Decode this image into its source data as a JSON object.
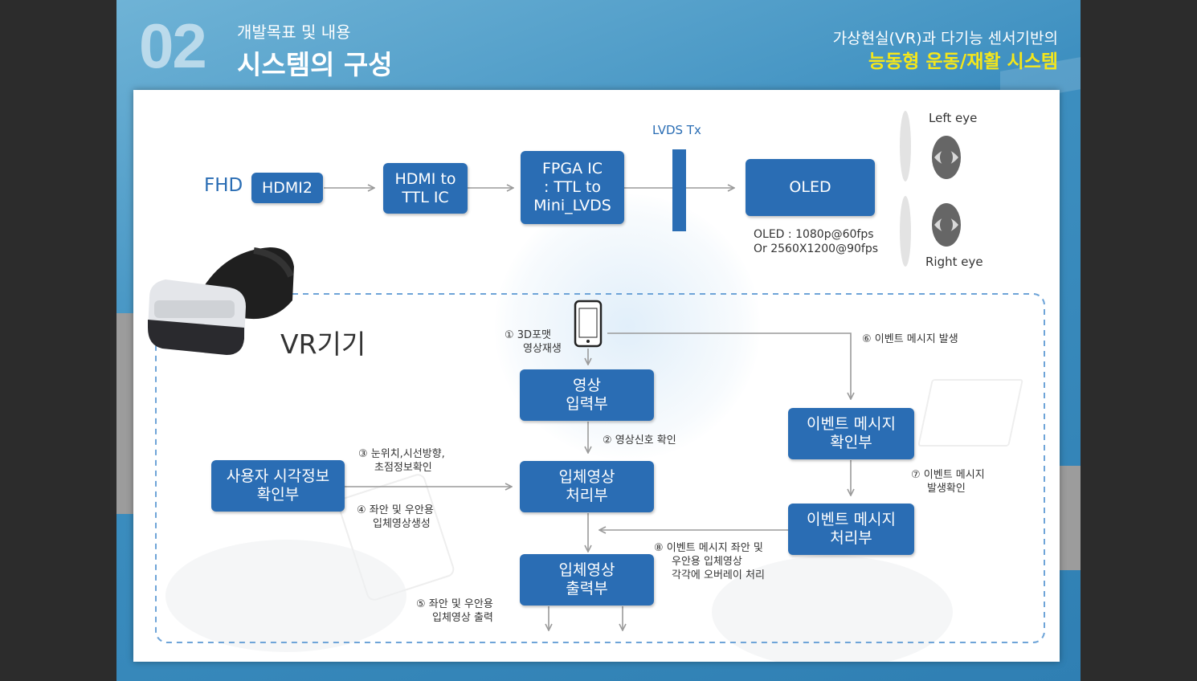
{
  "header": {
    "number": "02",
    "subtitle": "개발목표 및 내용",
    "title": "시스템의 구성",
    "right_line1": "가상현실(VR)과 다기능 센서기반의",
    "right_line2": "능동형 운동/재활 시스템"
  },
  "top_chain": {
    "fhd_label": "FHD",
    "hdmi2": "HDMI2",
    "hdmi_ttl_l1": "HDMI to",
    "hdmi_ttl_l2": "TTL IC",
    "fpga_l1": "FPGA IC",
    "fpga_l2": ": TTL to",
    "fpga_l3": "Mini_LVDS",
    "lvds_label": "LVDS Tx",
    "oled": "OLED",
    "oled_spec_l1": "OLED : 1080p@60fps",
    "oled_spec_l2": "Or 2560X1200@90fps",
    "left_eye": "Left eye",
    "right_eye": "Right eye"
  },
  "vr": {
    "label": "VR기기"
  },
  "flow": {
    "video_input_l1": "영상",
    "video_input_l2": "입력부",
    "stereo_proc_l1": "입체영상",
    "stereo_proc_l2": "처리부",
    "stereo_out_l1": "입체영상",
    "stereo_out_l2": "출력부",
    "user_vis_l1": "사용자 시각정보",
    "user_vis_l2": "확인부",
    "event_confirm_l1": "이벤트 메시지",
    "event_confirm_l2": "확인부",
    "event_proc_l1": "이벤트 메시지",
    "event_proc_l2": "처리부",
    "step1_l1": "① 3D포맷",
    "step1_l2": "영상재생",
    "step2": "② 영상신호 확인",
    "step3_l1": "③ 눈위치,시선방향,",
    "step3_l2": "초점정보확인",
    "step4_l1": "④ 좌안 및 우안용",
    "step4_l2": "입체영상생성",
    "step5_l1": "⑤ 좌안 및 우안용",
    "step5_l2": "입체영상 출력",
    "step6": "⑥ 이벤트 메시지 발생",
    "step7_l1": "⑦ 이벤트 메시지",
    "step7_l2": "발생확인",
    "step8_l1": "⑧ 이벤트 메시지 좌안 및",
    "step8_l2": "우안용 입체영상",
    "step8_l3": "각각에 오버레이 처리"
  },
  "colors": {
    "box_blue": "#2a6db4",
    "label_blue": "#2a6db4",
    "title_yellow": "#f5e71a",
    "arrow_gray": "#9a9a9a",
    "dash_blue": "#6ea4d8"
  }
}
